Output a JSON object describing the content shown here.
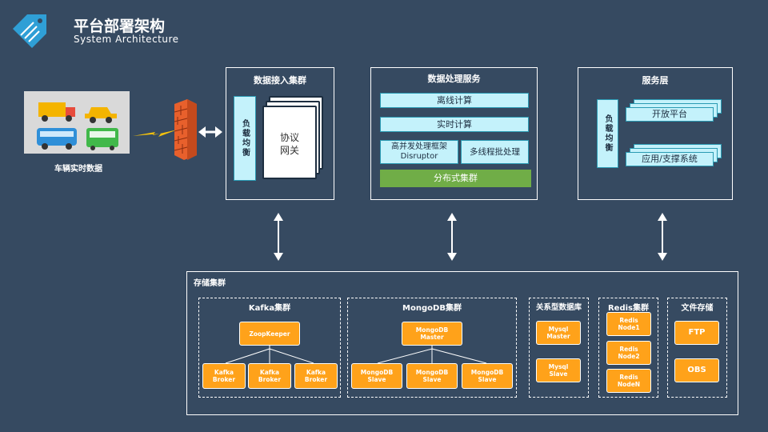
{
  "header": {
    "title": "平台部署架构",
    "subtitle": "System Architecture"
  },
  "vehicles": {
    "label": "车辆实时数据"
  },
  "access_cluster": {
    "title": "数据接入集群",
    "load_balancer": "负载均衡",
    "gateway": "协议网关"
  },
  "processing": {
    "title": "数据处理服务",
    "offline": "离线计算",
    "realtime": "实时计算",
    "disruptor": "高并发处理框架Disruptor",
    "multithread": "多线程批处理",
    "distributed": "分布式集群"
  },
  "service_layer": {
    "title": "服务层",
    "load_balancer": "负载均衡",
    "open_platform": "开放平台",
    "app_support": "应用/支撑系统"
  },
  "storage": {
    "title": "存储集群",
    "kafka": {
      "title": "Kafka集群",
      "zookeeper": "ZoopKeeper",
      "brokers": [
        "Kafka Broker",
        "Kafka Broker",
        "Kafka Broker"
      ]
    },
    "mongodb": {
      "title": "MongoDB集群",
      "master": "MongoDB Master",
      "slaves": [
        "MongoDB Slave",
        "MongoDB Slave",
        "MongoDB Slave"
      ]
    },
    "relational": {
      "title": "关系型数据库",
      "master": "Mysql Master",
      "slave": "Mysql Slave"
    },
    "redis": {
      "title": "Redis集群",
      "nodes": [
        "Redis Node1",
        "Redis Node2",
        "Redis NodeN"
      ]
    },
    "file": {
      "title": "文件存储",
      "ftp": "FTP",
      "obs": "OBS"
    }
  },
  "colors": {
    "background": "#364a61",
    "cyan": "#c4f2fb",
    "orange": "#ffa21a",
    "green": "#70ad47"
  }
}
